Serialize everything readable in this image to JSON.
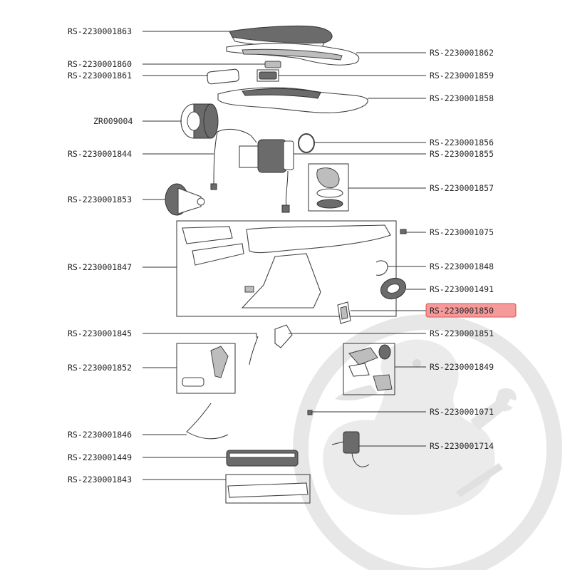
{
  "highlight_color": "#f59a9a",
  "highlight_border": "#e05050",
  "watermark_color": "#e2e2e2",
  "watermark_name": "duck-mascot-watermark",
  "left_labels": [
    {
      "id": "l1863",
      "text": "RS-2230001863"
    },
    {
      "id": "l1860",
      "text": "RS-2230001860"
    },
    {
      "id": "l1861",
      "text": "RS-2230001861"
    },
    {
      "id": "lzr",
      "text": "ZR009004"
    },
    {
      "id": "l1844",
      "text": "RS-2230001844"
    },
    {
      "id": "l1853",
      "text": "RS-2230001853"
    },
    {
      "id": "l1847",
      "text": "RS-2230001847"
    },
    {
      "id": "l1845",
      "text": "RS-2230001845"
    },
    {
      "id": "l1852",
      "text": "RS-2230001852"
    },
    {
      "id": "l1846",
      "text": "RS-2230001846"
    },
    {
      "id": "l1449",
      "text": "RS-2230001449"
    },
    {
      "id": "l1843",
      "text": "RS-2230001843"
    }
  ],
  "right_labels": [
    {
      "id": "r1862",
      "text": "RS-2230001862"
    },
    {
      "id": "r1859",
      "text": "RS-2230001859"
    },
    {
      "id": "r1858",
      "text": "RS-2230001858"
    },
    {
      "id": "r1856",
      "text": "RS-2230001856"
    },
    {
      "id": "r1855",
      "text": "RS-2230001855"
    },
    {
      "id": "r1857",
      "text": "RS-2230001857"
    },
    {
      "id": "r1075",
      "text": "RS-2230001075"
    },
    {
      "id": "r1848",
      "text": "RS-2230001848"
    },
    {
      "id": "r1491",
      "text": "RS-2230001491"
    },
    {
      "id": "r1850",
      "text": "RS-2230001850",
      "highlighted": true
    },
    {
      "id": "r1851",
      "text": "RS-2230001851"
    },
    {
      "id": "r1849",
      "text": "RS-2230001849"
    },
    {
      "id": "r1071",
      "text": "RS-2230001071"
    },
    {
      "id": "r1714",
      "text": "RS-2230001714"
    }
  ]
}
